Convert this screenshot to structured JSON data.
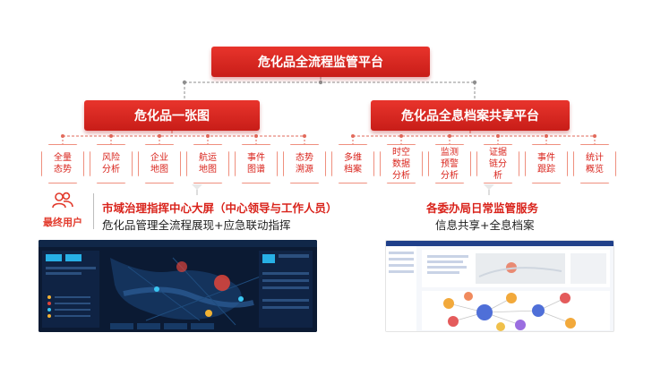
{
  "top_title": "危化品全流程监管平台",
  "left_branch": {
    "title": "危化品一张图",
    "items": [
      [
        "全量",
        "态势"
      ],
      [
        "风险",
        "分析"
      ],
      [
        "企业",
        "地图"
      ],
      [
        "航运",
        "地图"
      ],
      [
        "事件",
        "图谱"
      ],
      [
        "态势",
        "溯源"
      ]
    ]
  },
  "right_branch": {
    "title": "危化品全息档案共享平台",
    "items": [
      [
        "多维",
        "档案"
      ],
      [
        "时空",
        "数据",
        "分析"
      ],
      [
        "监测",
        "预警",
        "分析"
      ],
      [
        "证据",
        "链分",
        "析"
      ],
      [
        "事件",
        "跟踪"
      ],
      [
        "统计",
        "概览"
      ]
    ]
  },
  "end_user_label": "最终用户",
  "left_caption": {
    "title": "市域治理指挥中心大屏（中心领导与工作人员）",
    "subtitle": "危化品管理全流程展现+应急联动指挥"
  },
  "right_caption": {
    "title": "各委办局日常监管服务",
    "subtitle": "信息共享+全息档案"
  },
  "colors": {
    "accent": "#d9231b",
    "chip_border": "#ef8f7e",
    "connector": "#9b9b9b"
  }
}
